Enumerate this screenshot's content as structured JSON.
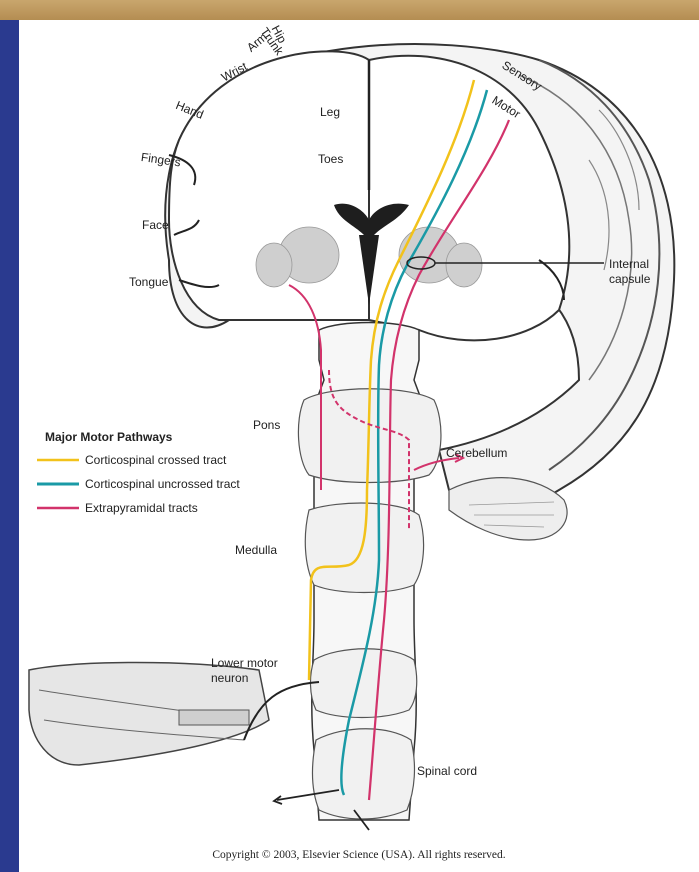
{
  "homunculus_labels": [
    "Hip",
    "Trunk",
    "Arm",
    "Wrist",
    "Hand",
    "Fingers",
    "Face",
    "Tongue"
  ],
  "medial_labels": [
    "Leg",
    "Toes"
  ],
  "cortex_labels": [
    "Sensory",
    "Motor"
  ],
  "structure_labels": {
    "internal_capsule_line1": "Internal",
    "internal_capsule_line2": "capsule",
    "pons": "Pons",
    "cerebellum": "Cerebellum",
    "medulla": "Medulla",
    "lower_motor_neuron_line1": "Lower motor",
    "lower_motor_neuron_line2": "neuron",
    "spinal_cord": "Spinal cord"
  },
  "legend": {
    "title": "Major Motor Pathways",
    "items": [
      {
        "label": "Corticospinal crossed tract",
        "color": "#f2c21b"
      },
      {
        "label": "Corticospinal uncrossed tract",
        "color": "#1a9aa6"
      },
      {
        "label": "Extrapyramidal tracts",
        "color": "#d2336b"
      }
    ]
  },
  "copyright": "Copyright © 2003, Elsevier Science (USA). All rights reserved.",
  "colors": {
    "frame": "#2a3a8f",
    "topbar": "#c9a66d",
    "yellow_tract": "#f2c21b",
    "teal_tract": "#1a9aa6",
    "pink_tract": "#d2336b"
  }
}
